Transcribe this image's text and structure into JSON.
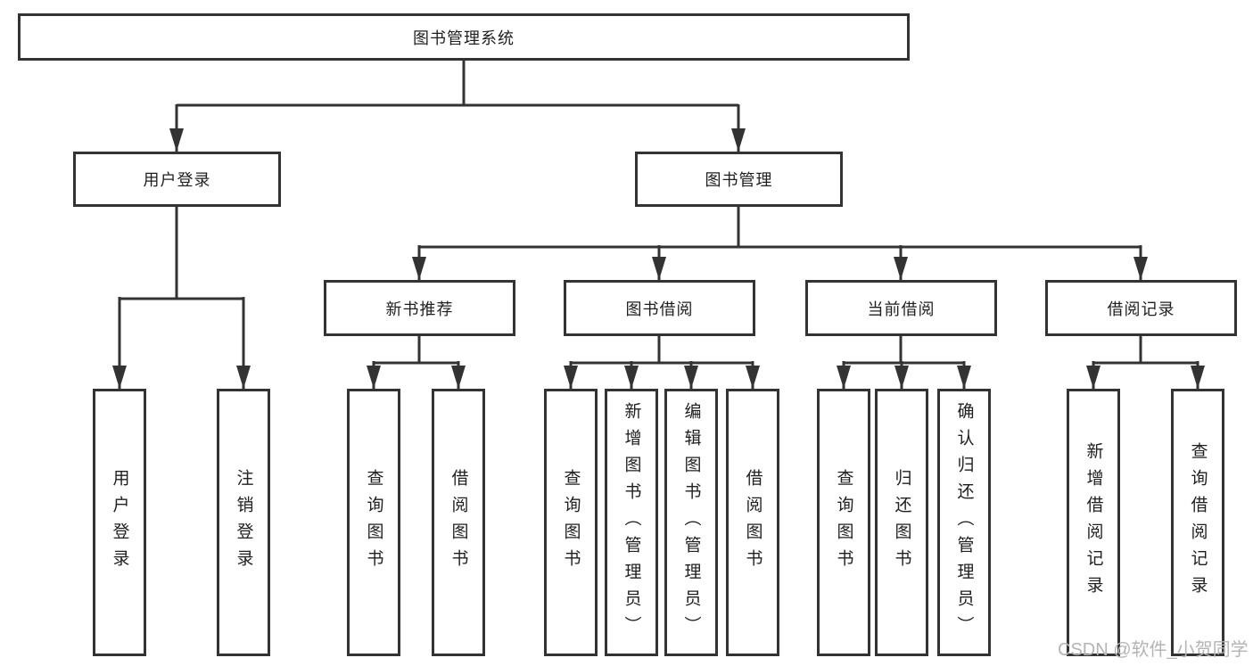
{
  "tree": {
    "root": "图书管理系统",
    "branches": [
      {
        "label": "用户登录",
        "leaves": [
          "用户登录",
          "注销登录"
        ]
      },
      {
        "label": "图书管理",
        "sections": [
          {
            "label": "新书推荐",
            "leaves": [
              "查询图书",
              "借阅图书"
            ]
          },
          {
            "label": "图书借阅",
            "leaves": [
              "查询图书",
              "新增图书（管理员）",
              "编辑图书（管理员）",
              "借阅图书"
            ]
          },
          {
            "label": "当前借阅",
            "leaves": [
              "查询图书",
              "归还图书",
              "确认归还（管理员）"
            ]
          },
          {
            "label": "借阅记录",
            "leaves": [
              "新增借阅记录",
              "查询借阅记录"
            ]
          }
        ]
      }
    ]
  },
  "watermark": {
    "text": "CSDN @软件_小贺同学"
  },
  "colors": {
    "line": "#333333",
    "box_border": "#333333",
    "text": "#1f1f1f",
    "watermark": "#b4b4b4",
    "background": "#ffffff"
  }
}
